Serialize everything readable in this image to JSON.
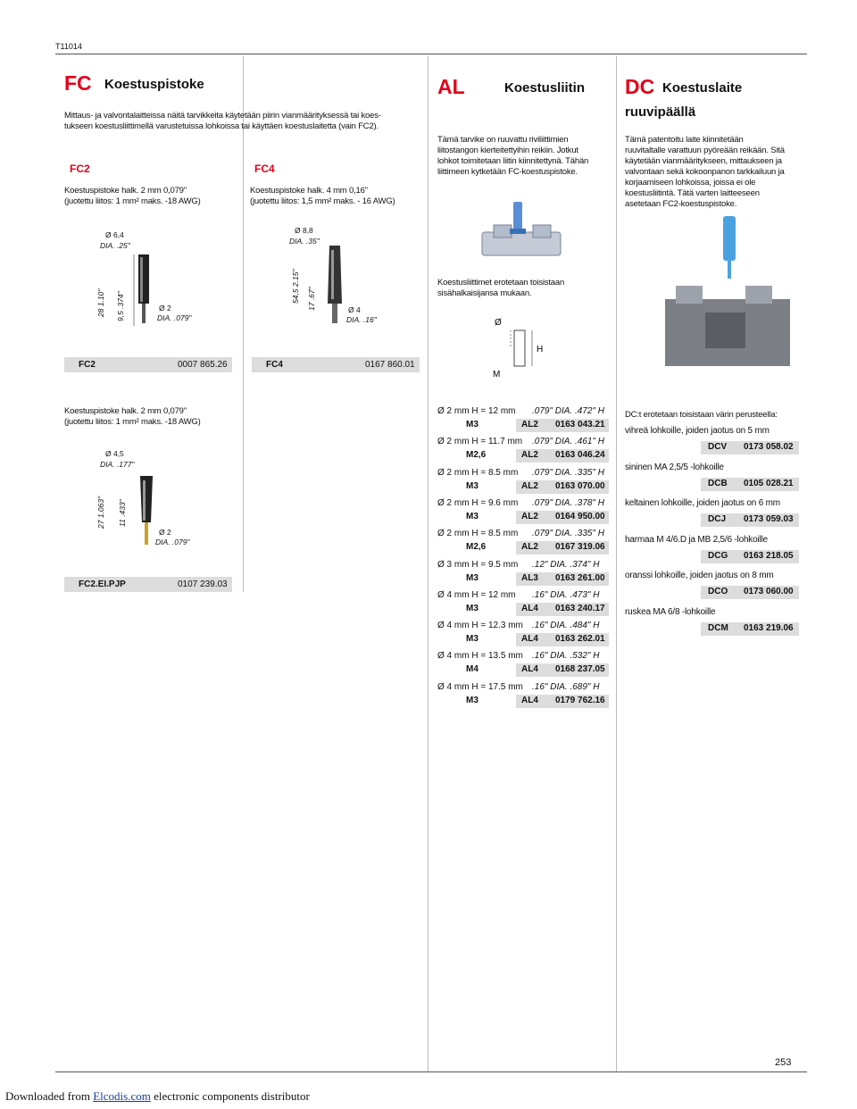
{
  "header": {
    "code": "T11014"
  },
  "fc": {
    "code": "FC",
    "title": "Koestuspistoke",
    "desc1": "Mittaus- ja valvontalaitteissa näitä tarvikkeita käytetään piirin vianmäärityksessä tai koes-",
    "desc2": "tukseen koestusliittimellä varustetuissa lohkoissa tai käyttäen koestuslaitetta (vain FC2).",
    "fc2": {
      "label": "FC2",
      "line1": "Koestuspistoke halk. 2 mm 0,079\"",
      "line2": "(juotettu liitos: 1 mm² maks. -18 AWG)"
    },
    "fc4": {
      "label": "FC4",
      "line1": "Koestuspistoke halk. 4 mm 0,16\"",
      "line2": "(juotettu liitos: 1,5 mm² maks. - 16 AWG)"
    },
    "dims_fc2": {
      "dia_top": "Ø 6,4",
      "dia_top_in": "DIA. .25\"",
      "len": "28 1.10\"",
      "len2": "9,5 .374\"",
      "dia_bot": "Ø 2",
      "dia_bot_in": "DIA. .079\""
    },
    "dims_fc4": {
      "dia_top": "Ø 8,8",
      "dia_top_in": "DIA. .35\"",
      "len": "54,5 2.15\"",
      "len2": "17 .67\"",
      "dia_bot": "Ø 4",
      "dia_bot_in": "DIA. .16\""
    },
    "order_fc2": {
      "type": "FC2",
      "code": "0007 865.26"
    },
    "order_fc4": {
      "type": "FC4",
      "code": "0167 860.01"
    },
    "second": {
      "line1": "Koestuspistoke halk. 2 mm 0,079\"",
      "line2": "(juotettu liitos: 1 mm² maks. -18 AWG)",
      "dia_top": "Ø 4,5",
      "dia_top_in": "DIA. .177\"",
      "len": "27 1.063\"",
      "len2": "11 .433\"",
      "dia_bot": "Ø 2",
      "dia_bot_in": "DIA. .079\"",
      "type": "FC2.EI.PJP",
      "code": "0107 239.03"
    }
  },
  "al": {
    "code": "AL",
    "title": "Koestusliitin",
    "desc": [
      "Tämä tarvike on ruuvattu riviliittimien",
      "liitostangon kierteitettyihin reikiin. Jotkut",
      "lohkot toimitetaan liitin kiinnitettynä. Tähän",
      "liittimeen kytketään FC-koestuspistoke."
    ],
    "note": [
      "Koestusliittimet erotetaan toisistaan",
      "sisähalkaisijansa mukaan."
    ],
    "diag": {
      "o": "Ø",
      "h": "H",
      "m": "M"
    },
    "items": [
      {
        "spec": "Ø 2 mm  H = 12 mm",
        "inch": ".079\" DIA. .472\" H",
        "m": "M3",
        "ref": "AL2",
        "code": "0163 043.21"
      },
      {
        "spec": "Ø 2 mm  H = 11.7 mm",
        "inch": ".079\" DIA. .461\" H",
        "m": "M2,6",
        "ref": "AL2",
        "code": "0163 046.24"
      },
      {
        "spec": "Ø 2 mm  H = 8.5 mm",
        "inch": ".079\" DIA. .335\" H",
        "m": "M3",
        "ref": "AL2",
        "code": "0163 070.00"
      },
      {
        "spec": "Ø 2 mm  H = 9.6 mm",
        "inch": ".079\" DIA. .378\" H",
        "m": "M3",
        "ref": "AL2",
        "code": "0164 950.00"
      },
      {
        "spec": "Ø 2 mm  H = 8.5 mm",
        "inch": ".079\" DIA. .335\" H",
        "m": "M2,6",
        "ref": "AL2",
        "code": "0167 319.06"
      },
      {
        "spec": "Ø 3 mm  H = 9.5 mm",
        "inch": ".12\" DIA. .374\" H",
        "m": "M3",
        "ref": "AL3",
        "code": "0163 261.00"
      },
      {
        "spec": "Ø 4 mm  H = 12 mm",
        "inch": ".16\" DIA. .473\" H",
        "m": "M3",
        "ref": "AL4",
        "code": "0163 240.17"
      },
      {
        "spec": "Ø 4 mm  H = 12.3 mm",
        "inch": ".16\" DIA. .484\" H",
        "m": "M3",
        "ref": "AL4",
        "code": "0163 262.01"
      },
      {
        "spec": "Ø 4 mm  H = 13.5 mm",
        "inch": ".16\" DIA. .532\" H",
        "m": "M4",
        "ref": "AL4",
        "code": "0168 237.05"
      },
      {
        "spec": "Ø 4 mm  H = 17.5 mm",
        "inch": ".16\" DIA. .689\" H",
        "m": "M3",
        "ref": "AL4",
        "code": "0179 762.16"
      }
    ]
  },
  "dc": {
    "code": "DC",
    "title": "Koestuslaite",
    "title2": "ruuvipäällä",
    "desc": [
      "Tämä patentoitu laite kiinnitetään",
      "ruuvitaltalle varattuun pyöreään reikään. Sitä",
      "käytetään vianmääritykseen, mittaukseen ja",
      "valvontaan sekä kokoonpanon tarkkailuun ja",
      "korjaamiseen lohkoissa, joissa ei ole",
      "koestusliitintä. Tätä varten laitteeseen",
      "asetetaan FC2-koestuspistoke."
    ],
    "intro": "DC:t erotetaan toisistaan värin perusteella:",
    "items": [
      {
        "text": "vihreä lohkoille, joiden jaotus on 5 mm",
        "ref": "DCV",
        "code": "0173 058.02"
      },
      {
        "text": "sininen MA 2,5/5 -lohkoille",
        "ref": "DCB",
        "code": "0105 028.21"
      },
      {
        "text": "keltainen lohkoille, joiden jaotus on 6 mm",
        "ref": "DCJ",
        "code": "0173 059.03"
      },
      {
        "text": "harmaa M 4/6.D ja MB 2,5/6 -lohkoille",
        "ref": "DCG",
        "code": "0163 218.05"
      },
      {
        "text": "oranssi lohkoille, joiden jaotus on 8 mm",
        "ref": "DCO",
        "code": "0173 060.00"
      },
      {
        "text": "ruskea MA 6/8 -lohkoille",
        "ref": "DCM",
        "code": "0163 219.06"
      }
    ]
  },
  "footer": {
    "prefix": "Downloaded from ",
    "link": "Elcodis.com",
    "suffix": " electronic components distributor",
    "page": "253"
  },
  "colors": {
    "accent": "#e2001a",
    "bar": "#dcdcdc",
    "link": "#1a3d9c"
  }
}
